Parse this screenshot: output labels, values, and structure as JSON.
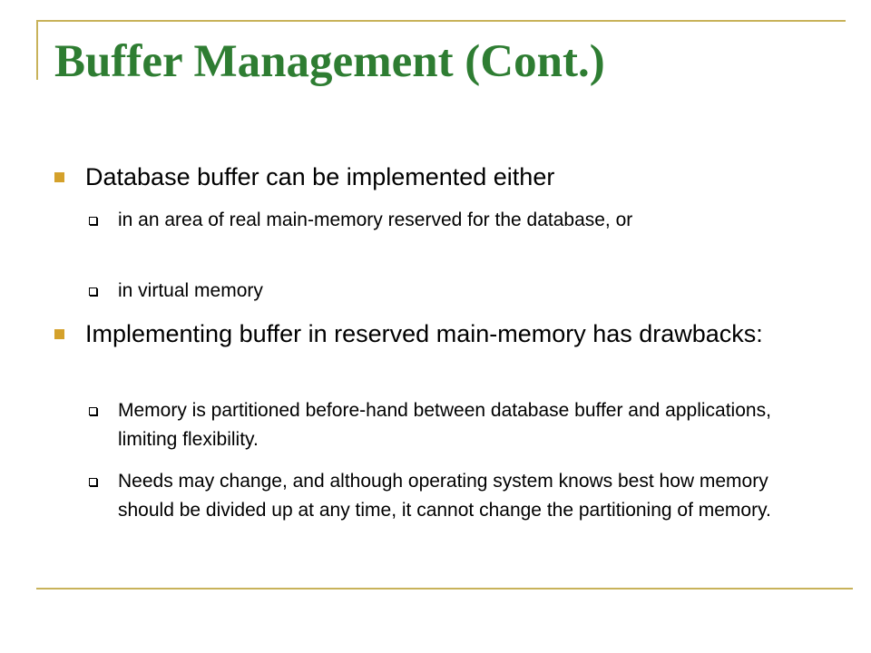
{
  "slide": {
    "title": "Buffer Management (Cont.)",
    "bullets": [
      {
        "text": "Database buffer can be implemented either",
        "sub": [
          "in an area of real main-memory reserved for the database, or",
          "in virtual memory"
        ]
      },
      {
        "text": "Implementing buffer in reserved main-memory has drawbacks:",
        "sub": [
          "Memory is partitioned before-hand between database buffer and applications, limiting flexibility.",
          "Needs may change, and although operating system knows best how memory should be divided up at any time, it cannot change the partitioning of memory."
        ]
      }
    ]
  },
  "colors": {
    "title": "#2E7D32",
    "frame": "#C8B25A",
    "bullet_square": "#D4A12B",
    "text": "#000000"
  }
}
